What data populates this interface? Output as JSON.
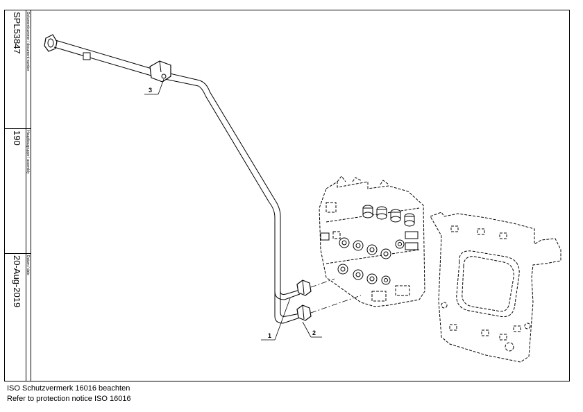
{
  "title_block": {
    "doc_number_label": "Dokumentnummer / document number",
    "doc_number": "SPL53847",
    "assembly_label": "Hauptbaugruppe / assembly",
    "assembly": "190",
    "date_label": "Datum / date",
    "date": "20-Aug-2019"
  },
  "callouts": {
    "c1": "1",
    "c2": "2",
    "c3": "3"
  },
  "notice": {
    "line1": "ISO Schutzvermerk 16016 beachten",
    "line2": "Refer to protection notice ISO 16016"
  }
}
